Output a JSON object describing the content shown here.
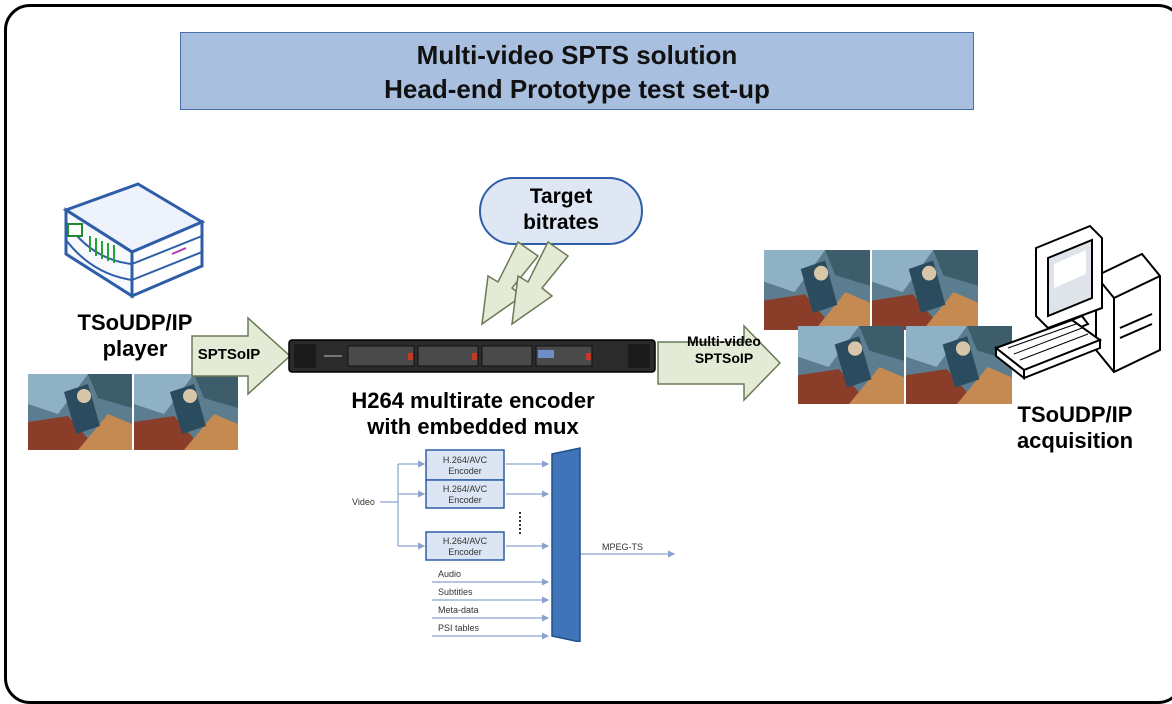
{
  "title": {
    "line1": "Multi-video SPTS solution",
    "line2": "Head-end Prototype test set-up"
  },
  "player": {
    "line1": "TSoUDP/IP",
    "line2": "player"
  },
  "input_arrow_label": "SPTSoIP",
  "target_bitrates": {
    "line1": "Target",
    "line2": "bitrates"
  },
  "encoder_caption": {
    "line1": "H264 multirate encoder",
    "line2": "with embedded mux"
  },
  "output_arrow_label": {
    "line1": "Multi-video",
    "line2": "SPTSoIP"
  },
  "acquisition": {
    "line1": "TSoUDP/IP",
    "line2": "acquisition"
  },
  "block_diagram": {
    "input": "Video",
    "encoders": [
      "H.264/AVC Encoder",
      "H.264/AVC Encoder",
      "H.264/AVC Encoder"
    ],
    "encoder_line1": "H.264/AVC",
    "encoder_line2": "Encoder",
    "side_inputs": [
      "Audio",
      "Subtitles",
      "Meta-data",
      "PSI tables"
    ],
    "output": "MPEG-TS"
  },
  "colors": {
    "title_fill": "#a9bfe0",
    "arrow_fill": "#e3ead6",
    "callout_fill": "#dfe7f5",
    "mux_fill": "#3f74b8"
  }
}
